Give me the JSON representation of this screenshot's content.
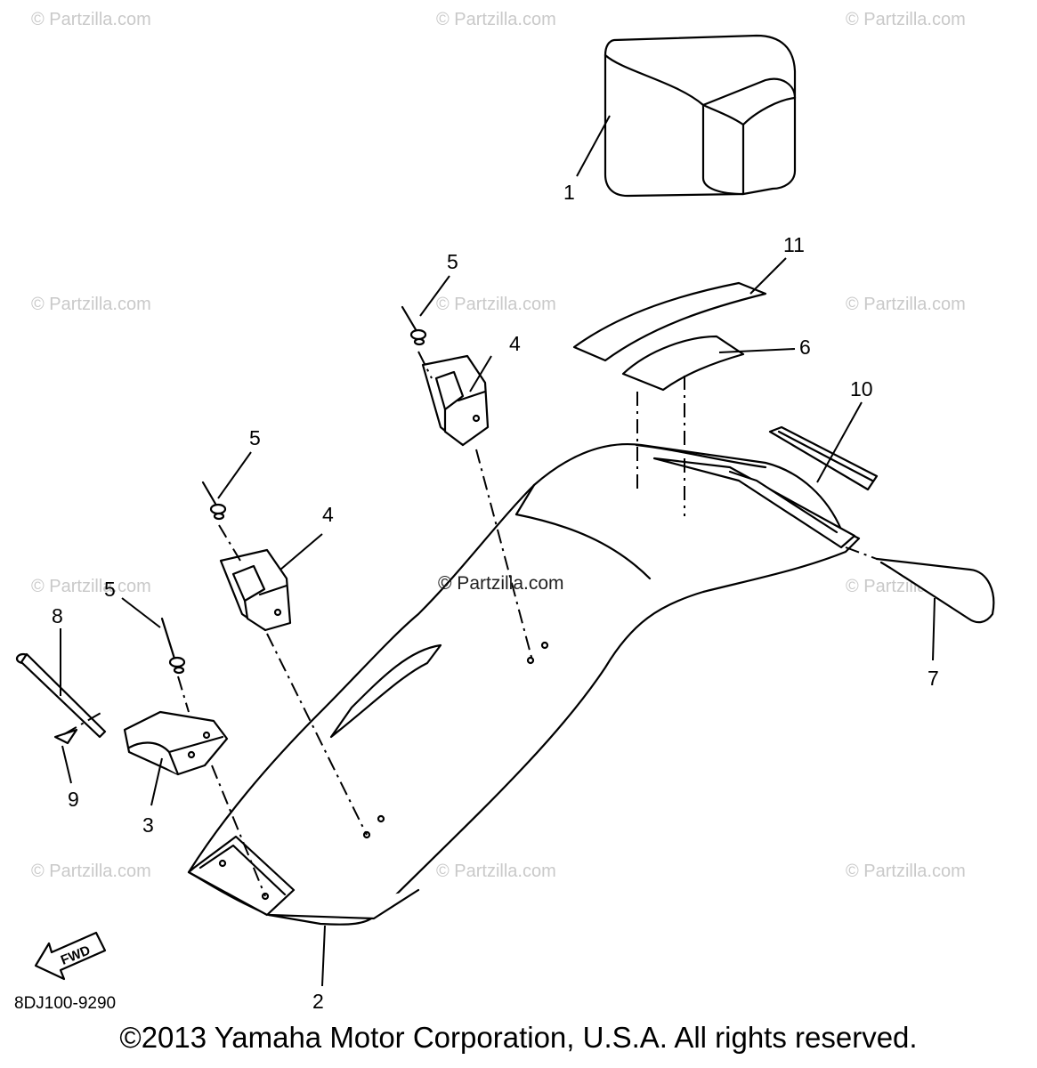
{
  "diagram": {
    "drawing_code": "8DJ100-9290",
    "fwd_label": "FWD",
    "copyright": "©2013 Yamaha Motor Corporation, U.S.A. All rights reserved.",
    "center_watermark": "© Partzilla.com",
    "watermark": "© Partzilla.com",
    "callouts": {
      "c1": "1",
      "c2": "2",
      "c3": "3",
      "c4a": "4",
      "c4b": "4",
      "c5a": "5",
      "c5b": "5",
      "c5c": "5",
      "c6": "6",
      "c7": "7",
      "c8": "8",
      "c9": "9",
      "c10": "10",
      "c11": "11"
    }
  }
}
